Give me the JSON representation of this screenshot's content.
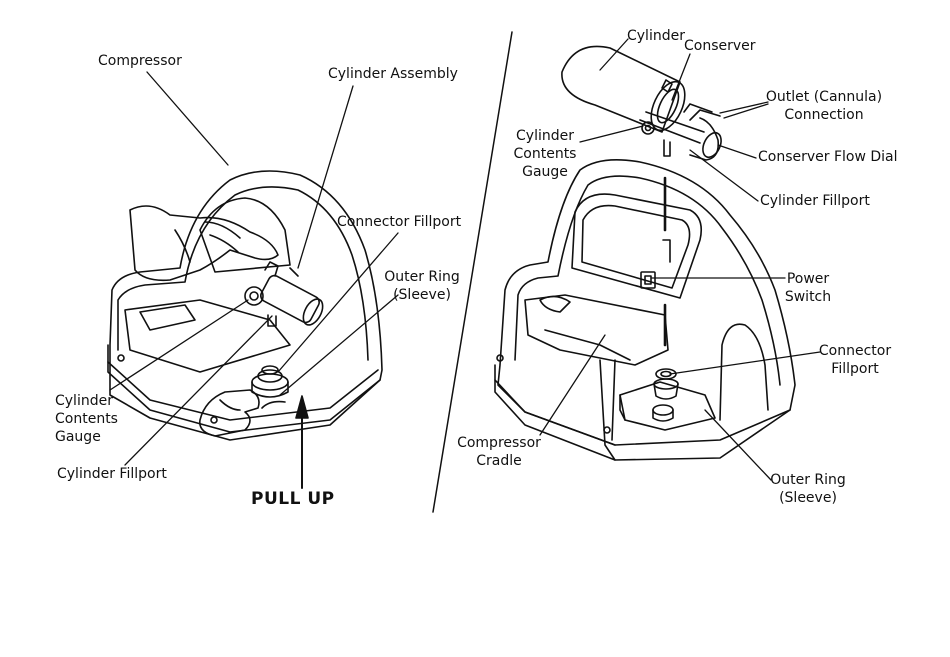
{
  "left_figure": {
    "compressor": "Compressor",
    "cylinder_assembly": "Cylinder Assembly",
    "connector_fillport": "Connector Fillport",
    "outer_ring": [
      "Outer Ring",
      "(Sleeve)"
    ],
    "cylinder_contents_gauge": [
      "Cylinder",
      "Contents",
      "Gauge"
    ],
    "cylinder_fillport": "Cylinder Fillport",
    "pull_up": "PULL UP"
  },
  "right_figure": {
    "cylinder": "Cylinder",
    "conserver": "Conserver",
    "outlet_connection": [
      "Outlet (Cannula)",
      "Connection"
    ],
    "cylinder_contents_gauge": [
      "Cylinder",
      "Contents",
      "Gauge"
    ],
    "conserver_flow_dial": "Conserver Flow Dial",
    "cylinder_fillport": "Cylinder Fillport",
    "power_switch": [
      "Power",
      "Switch"
    ],
    "connector_fillport": [
      "Connector",
      "Fillport"
    ],
    "compressor_cradle": [
      "Compressor",
      "Cradle"
    ],
    "outer_ring": [
      "Outer Ring",
      "(Sleeve)"
    ]
  }
}
